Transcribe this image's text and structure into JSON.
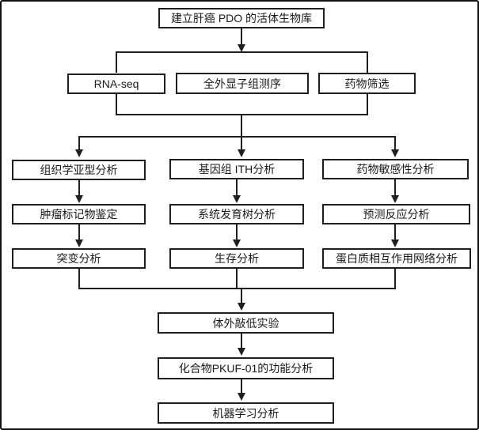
{
  "diagram": {
    "type": "flowchart",
    "language": "zh-CN",
    "colors": {
      "background": "#ffffff",
      "box_fill": "#ffffff",
      "box_border": "#1f1f1f",
      "line": "#1f1f1f",
      "text": "#1a1a1a"
    },
    "nodes": {
      "biobank": {
        "label": "建立肝癌 PDO 的活体生物库"
      },
      "rna_seq": {
        "label": "RNA-seq"
      },
      "wes": {
        "label": "全外显子组测序"
      },
      "drug_screening": {
        "label": "药物筛选"
      },
      "histology_subtype": {
        "label": "组织学亚型分析"
      },
      "genomic_ith": {
        "label": "基因组 ITH分析"
      },
      "drug_sensitivity": {
        "label": "药物敏感性分析"
      },
      "tumor_marker": {
        "label": "肿瘤标记物鉴定"
      },
      "phylo_tree": {
        "label": "系统发育树分析"
      },
      "predicted_response": {
        "label": "预测反应分析"
      },
      "mutation": {
        "label": "突变分析"
      },
      "survival": {
        "label": "生存分析"
      },
      "ppi_network": {
        "label": "蛋白质相互作用网络分析"
      },
      "knockdown": {
        "label": "体外敲低实验"
      },
      "pkuf01": {
        "label": "化合物PKUF-01的功能分析"
      },
      "machine_learning": {
        "label": "机器学习分析"
      }
    },
    "edges": [
      {
        "from": [
          "biobank"
        ],
        "to": [
          "rna_seq",
          "wes",
          "drug_screening"
        ]
      },
      {
        "from": [
          "rna_seq",
          "wes",
          "drug_screening"
        ],
        "to": [
          "histology_subtype",
          "genomic_ith",
          "drug_sensitivity"
        ]
      },
      {
        "from": [
          "histology_subtype"
        ],
        "to": [
          "tumor_marker"
        ]
      },
      {
        "from": [
          "tumor_marker"
        ],
        "to": [
          "mutation"
        ]
      },
      {
        "from": [
          "genomic_ith"
        ],
        "to": [
          "phylo_tree"
        ]
      },
      {
        "from": [
          "phylo_tree"
        ],
        "to": [
          "survival"
        ]
      },
      {
        "from": [
          "drug_sensitivity"
        ],
        "to": [
          "predicted_response"
        ]
      },
      {
        "from": [
          "predicted_response"
        ],
        "to": [
          "ppi_network"
        ]
      },
      {
        "from": [
          "mutation",
          "survival",
          "ppi_network"
        ],
        "to": [
          "knockdown"
        ]
      },
      {
        "from": [
          "knockdown"
        ],
        "to": [
          "pkuf01"
        ]
      },
      {
        "from": [
          "pkuf01"
        ],
        "to": [
          "machine_learning"
        ]
      }
    ]
  }
}
